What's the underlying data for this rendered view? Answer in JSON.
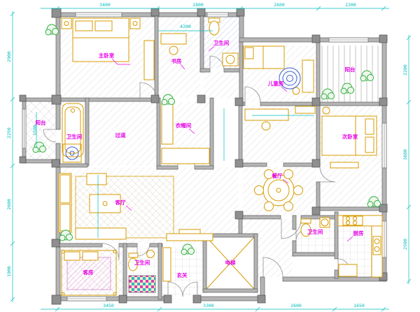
{
  "colors": {
    "wall": "#b4b4b4",
    "wallEdge": "#606060",
    "dim": "#00bcbc",
    "anno": "#e800e8",
    "furn": "#d79b00",
    "plant": "#2fae3a",
    "fixture": "#3a5fd0",
    "door": "#909090"
  },
  "rooms": [
    {
      "id": "master-bedroom",
      "label": "主卧室"
    },
    {
      "id": "study",
      "label": "书房"
    },
    {
      "id": "bathroom-top",
      "label": "卫生间"
    },
    {
      "id": "kids-room",
      "label": "儿童房"
    },
    {
      "id": "balcony-right",
      "label": "阳台"
    },
    {
      "id": "balcony-left",
      "label": "阳台"
    },
    {
      "id": "bathroom-left",
      "label": "卫生间"
    },
    {
      "id": "closet",
      "label": "衣帽间"
    },
    {
      "id": "hallway",
      "label": "过道"
    },
    {
      "id": "bedroom-2",
      "label": "次卧室"
    },
    {
      "id": "dining-room",
      "label": "餐厅"
    },
    {
      "id": "living-room",
      "label": "客厅"
    },
    {
      "id": "guest-room",
      "label": "客房"
    },
    {
      "id": "bathroom-mid",
      "label": "卫生间"
    },
    {
      "id": "entry",
      "label": "玄关"
    },
    {
      "id": "elevator",
      "label": "电梯"
    },
    {
      "id": "bathroom-right",
      "label": "卫生间"
    },
    {
      "id": "kitchen",
      "label": "厨房"
    }
  ],
  "dims": {
    "top": [
      "3400",
      "2800",
      "2600",
      "2200"
    ],
    "bottom": [
      "3450",
      "3300",
      "2600",
      "1650"
    ],
    "left": [
      "2900",
      "2250",
      "2600",
      "1900"
    ],
    "right": [
      "2200",
      "3600",
      "2500"
    ],
    "inner": [
      "4200",
      "1500"
    ]
  }
}
